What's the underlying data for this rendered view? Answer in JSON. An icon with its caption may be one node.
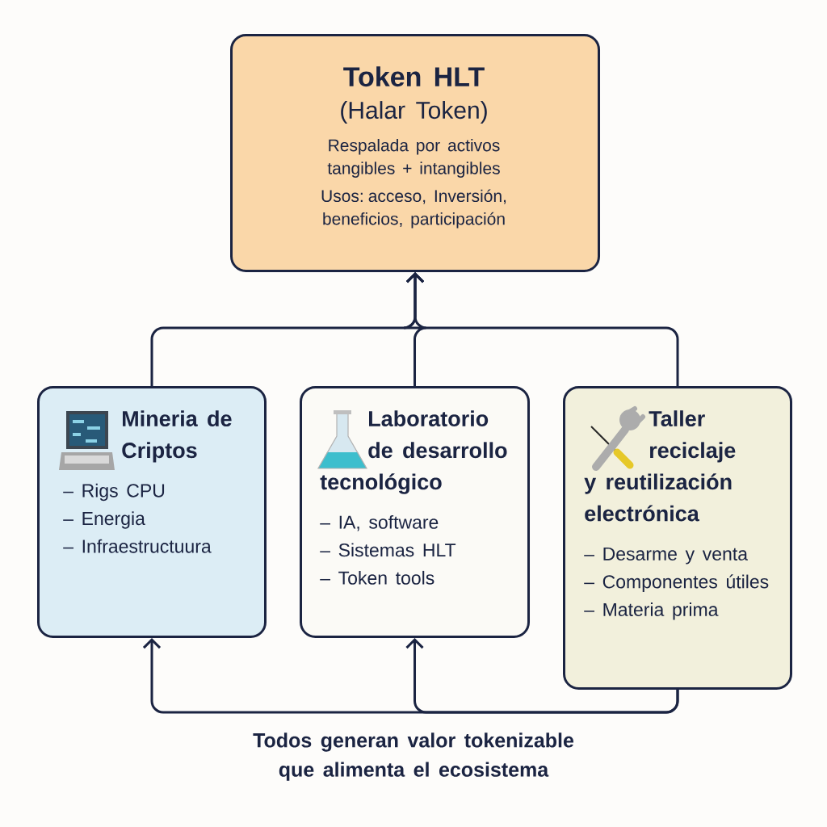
{
  "diagram": {
    "caption": "Todos generan valor tokenizable que alimenta el ecosistema",
    "nodes": [
      {
        "text": [
          "Token HLT",
          "(Halar Token)",
          "Respalada por activos tangibles + intangibles",
          "Usos: acceso, Inversión, beneficios, participación"
        ]
      },
      {
        "text": [
          "Mineria de Criptos",
          "– Rigs CPU",
          "– Energia",
          "– Infraestructuura"
        ]
      },
      {
        "text": [
          "Laboratorio de desarrollo tecnológico",
          "– IA, software",
          "– Sistemas HLT",
          "– Token tools"
        ]
      },
      {
        "text": [
          "Taller reciclaje y reutilización electrónica",
          "– Desarme y venta",
          "– Componentes útiles",
          "– Materia prima"
        ]
      }
    ],
    "edges": [
      {
        "from": 1,
        "to": 0,
        "arrow": "to"
      },
      {
        "from": 2,
        "to": 0,
        "arrow": "to"
      },
      {
        "from": 3,
        "to": 0,
        "arrow": "to"
      },
      {
        "from": 3,
        "to": 1,
        "arrow": "to"
      },
      {
        "from": 3,
        "to": 2,
        "arrow": "to"
      }
    ]
  }
}
